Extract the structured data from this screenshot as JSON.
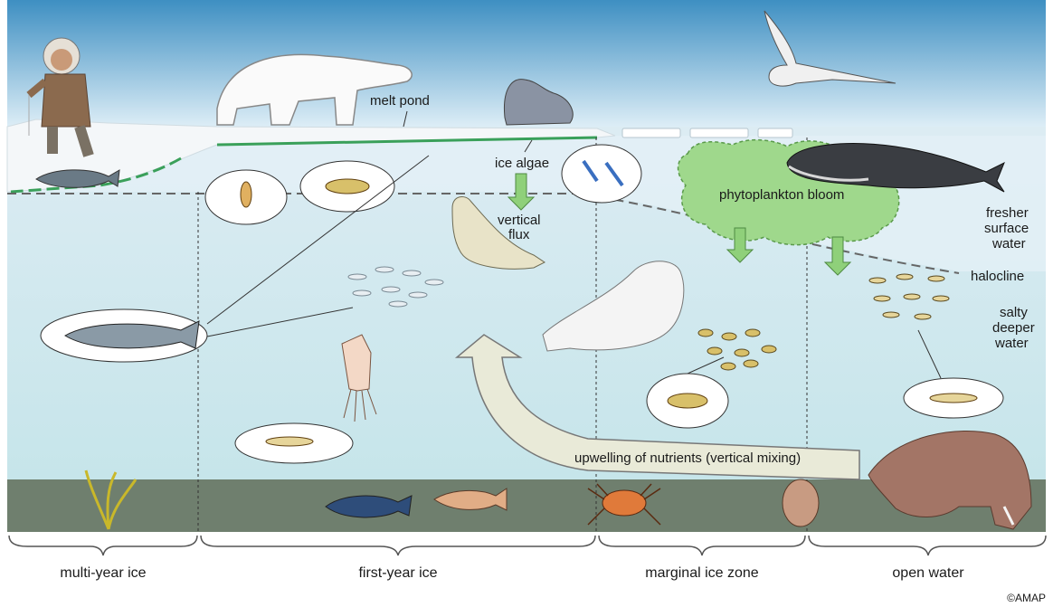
{
  "labels": {
    "melt_pond": "melt pond",
    "ice_algae": "ice algae",
    "vertical_flux_line1": "vertical",
    "vertical_flux_line2": "flux",
    "phytoplankton_bloom": "phytoplankton bloom",
    "fresher_line1": "fresher",
    "fresher_line2": "surface",
    "fresher_line3": "water",
    "halocline": "halocline",
    "salty_line1": "salty",
    "salty_line2": "deeper",
    "salty_line3": "water",
    "upwelling": "upwelling of nutrients (vertical mixing)"
  },
  "zones": [
    "multi-year ice",
    "first-year ice",
    "marginal ice zone",
    "open water"
  ],
  "credit": "©AMAP",
  "colors": {
    "sky_top": "#3e8fc2",
    "sky_bottom": "#e8f4fa",
    "ice": "#f2f6f8",
    "upper_water": "#dfeef4",
    "deep_water": "#c9e6ec",
    "seafloor": "#6f7f6e",
    "bloom": "#9fd88c",
    "algae_line": "#3aa05a",
    "arrow_green": "#8fd07a",
    "upwelling_arrow": "#e9ead8"
  },
  "icons": [
    "hunter-figure",
    "polar-bear",
    "seal",
    "gull",
    "bowhead-whale",
    "ringed-seal",
    "beluga",
    "arctic-cod",
    "squid",
    "amphipod",
    "copepod",
    "krill",
    "sculpin",
    "flatfish",
    "crab",
    "clam",
    "walrus",
    "seaweed"
  ]
}
